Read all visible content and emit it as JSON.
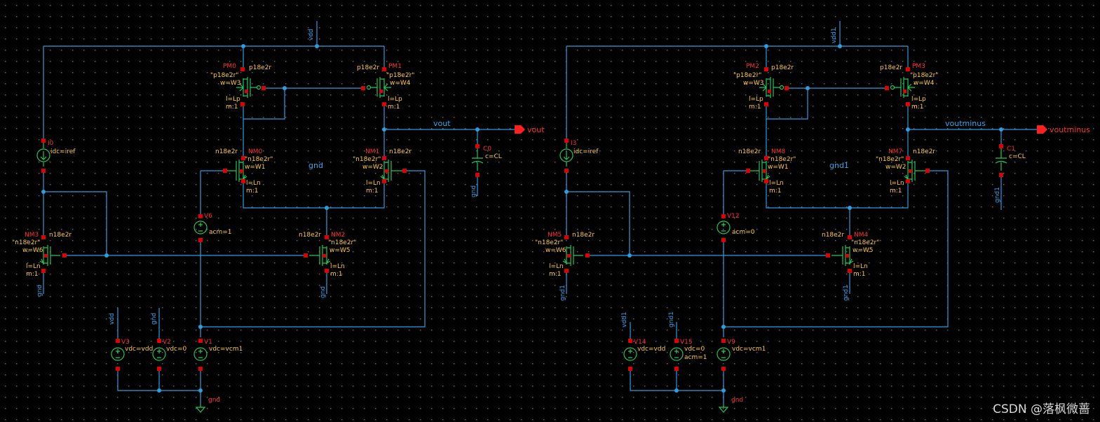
{
  "colors": {
    "background": "#000000",
    "wire": "#2a9ee0",
    "device": "#20c85a",
    "pin": "#e00000",
    "model": "#ffcc33",
    "param": "#ff7722",
    "instance": "#ff3333",
    "net": "#2fa8ee",
    "port": "#ff1f1f"
  },
  "watermark": "CSDN @落枫微蔷",
  "labels": {
    "left_vdd": "vdd",
    "left_pm0": "PM0",
    "left_pm0_model": "p18e2r",
    "left_pm0_q": "\"p18e2r\"",
    "left_pm0_w": "w=W3",
    "left_pm0_l": "l=Lp",
    "left_pm0_m": "m:1",
    "left_pm1": "PM1",
    "left_pm1_model": "p18e2r",
    "left_pm1_q": "\"p18e2r\"",
    "left_pm1_w": "w=W4",
    "left_pm1_l": "l=Lp",
    "left_pm1_m": "m:1",
    "left_vout_wire": "vout",
    "left_vout_port": "vout",
    "left_nm0": "NM0",
    "left_nm0_model": "n18e2r",
    "left_nm0_q": "\"n18e2r\"",
    "left_nm0_w": "w=W1",
    "left_nm0_l": "l=Ln",
    "left_nm0_m": "m:1",
    "left_nm1": "NM1",
    "left_nm1_model": "n18e2r",
    "left_nm1_q": "\"n18e2r\"",
    "left_nm1_w": "w=W2",
    "left_nm1_l": "l=Ln",
    "left_nm1_m": "m:1",
    "left_gnd_mid": "gnd",
    "left_i0": "I0",
    "left_i0_val": "idc=iref",
    "left_c0": "C0",
    "left_c0_val": "c=CL",
    "left_c0_gnd": "gnd",
    "left_v6": "V6",
    "left_v6_val": "acm=1",
    "left_nm3": "NM3",
    "left_nm3_model": "n18e2r",
    "left_nm3_q": "\"n18e2r\"",
    "left_nm3_w": "w=W6",
    "left_nm3_l": "l=Ln",
    "left_nm3_m": "m:1",
    "left_nm3_gnd": "gnd",
    "left_nm2": "NM2",
    "left_nm2_model": "n18e2r",
    "left_nm2_q": "\"n18e2r\"",
    "left_nm2_w": "w=W5",
    "left_nm2_l": "l=Ln",
    "left_nm2_m": "m:1",
    "left_nm2_gnd": "gnd",
    "left_vdd_v3": "vdd",
    "left_gnd_v2": "gnd",
    "left_v3": "V3",
    "left_v3_val": "vdc=vdd",
    "left_v2": "V2",
    "left_v2_val": "vdc=0",
    "left_v1": "V1",
    "left_v1_val": "vdc=vcm1",
    "left_gnd_bottom": "gnd",
    "right_vdd": "vdd1",
    "right_pm2": "PM2",
    "right_pm2_model": "p18e2r",
    "right_pm2_q": "\"p18e2r\"",
    "right_pm2_w": "w=W3",
    "right_pm2_l": "l=Lp",
    "right_pm2_m": "m:1",
    "right_pm3": "PM3",
    "right_pm3_model": "p18e2r",
    "right_pm3_q": "\"p18e2r\"",
    "right_pm3_w": "w=W4",
    "right_pm3_l": "l=Lp",
    "right_pm3_m": "m:1",
    "right_vout_wire": "voutminus",
    "right_vout_port": "voutminus",
    "right_nm8": "NM8",
    "right_nm8_model": "n18e2r",
    "right_nm8_q": "\"n18e2r\"",
    "right_nm8_w": "w=W1",
    "right_nm8_l": "l=Ln",
    "right_nm8_m": "m:1",
    "right_nm7": "NM7",
    "right_nm7_model": "n18e2r",
    "right_nm7_q": "\"n18e2r\"",
    "right_nm7_w": "w=W2",
    "right_nm7_l": "l=Ln",
    "right_nm7_m": "m:1",
    "right_gnd_mid": "gnd1",
    "right_i3": "I3",
    "right_i3_val": "idc=iref",
    "right_c1": "C1",
    "right_c1_val": "c=CL",
    "right_c1_gnd": "gnd1",
    "right_v12": "V12",
    "right_v12_val": "acm=0",
    "right_nm5": "NM5",
    "right_nm5_model": "n18e2r",
    "right_nm5_q": "\"n18e2r\"",
    "right_nm5_w": "w=W6",
    "right_nm5_l": "l=Ln",
    "right_nm5_m": "m:1",
    "right_nm5_gnd": "gnd1",
    "right_nm4": "NM4",
    "right_nm4_model": "n18e2r",
    "right_nm4_q": "\"n18e2r\"",
    "right_nm4_w": "w=W5",
    "right_nm4_l": "l=Ln",
    "right_nm4_m": "m:1",
    "right_nm4_gnd": "gnd1",
    "right_vdd_v14": "vdd1",
    "right_gnd_v15": "gnd1",
    "right_v14": "V14",
    "right_v14_val": "vdc=vdd",
    "right_v15": "V15",
    "right_v15_val": "vdc=0",
    "right_v15_acm": "acm=1",
    "right_v9": "V9",
    "right_v9_val": "vdc=vcm1",
    "right_gnd_bottom": "gnd"
  }
}
